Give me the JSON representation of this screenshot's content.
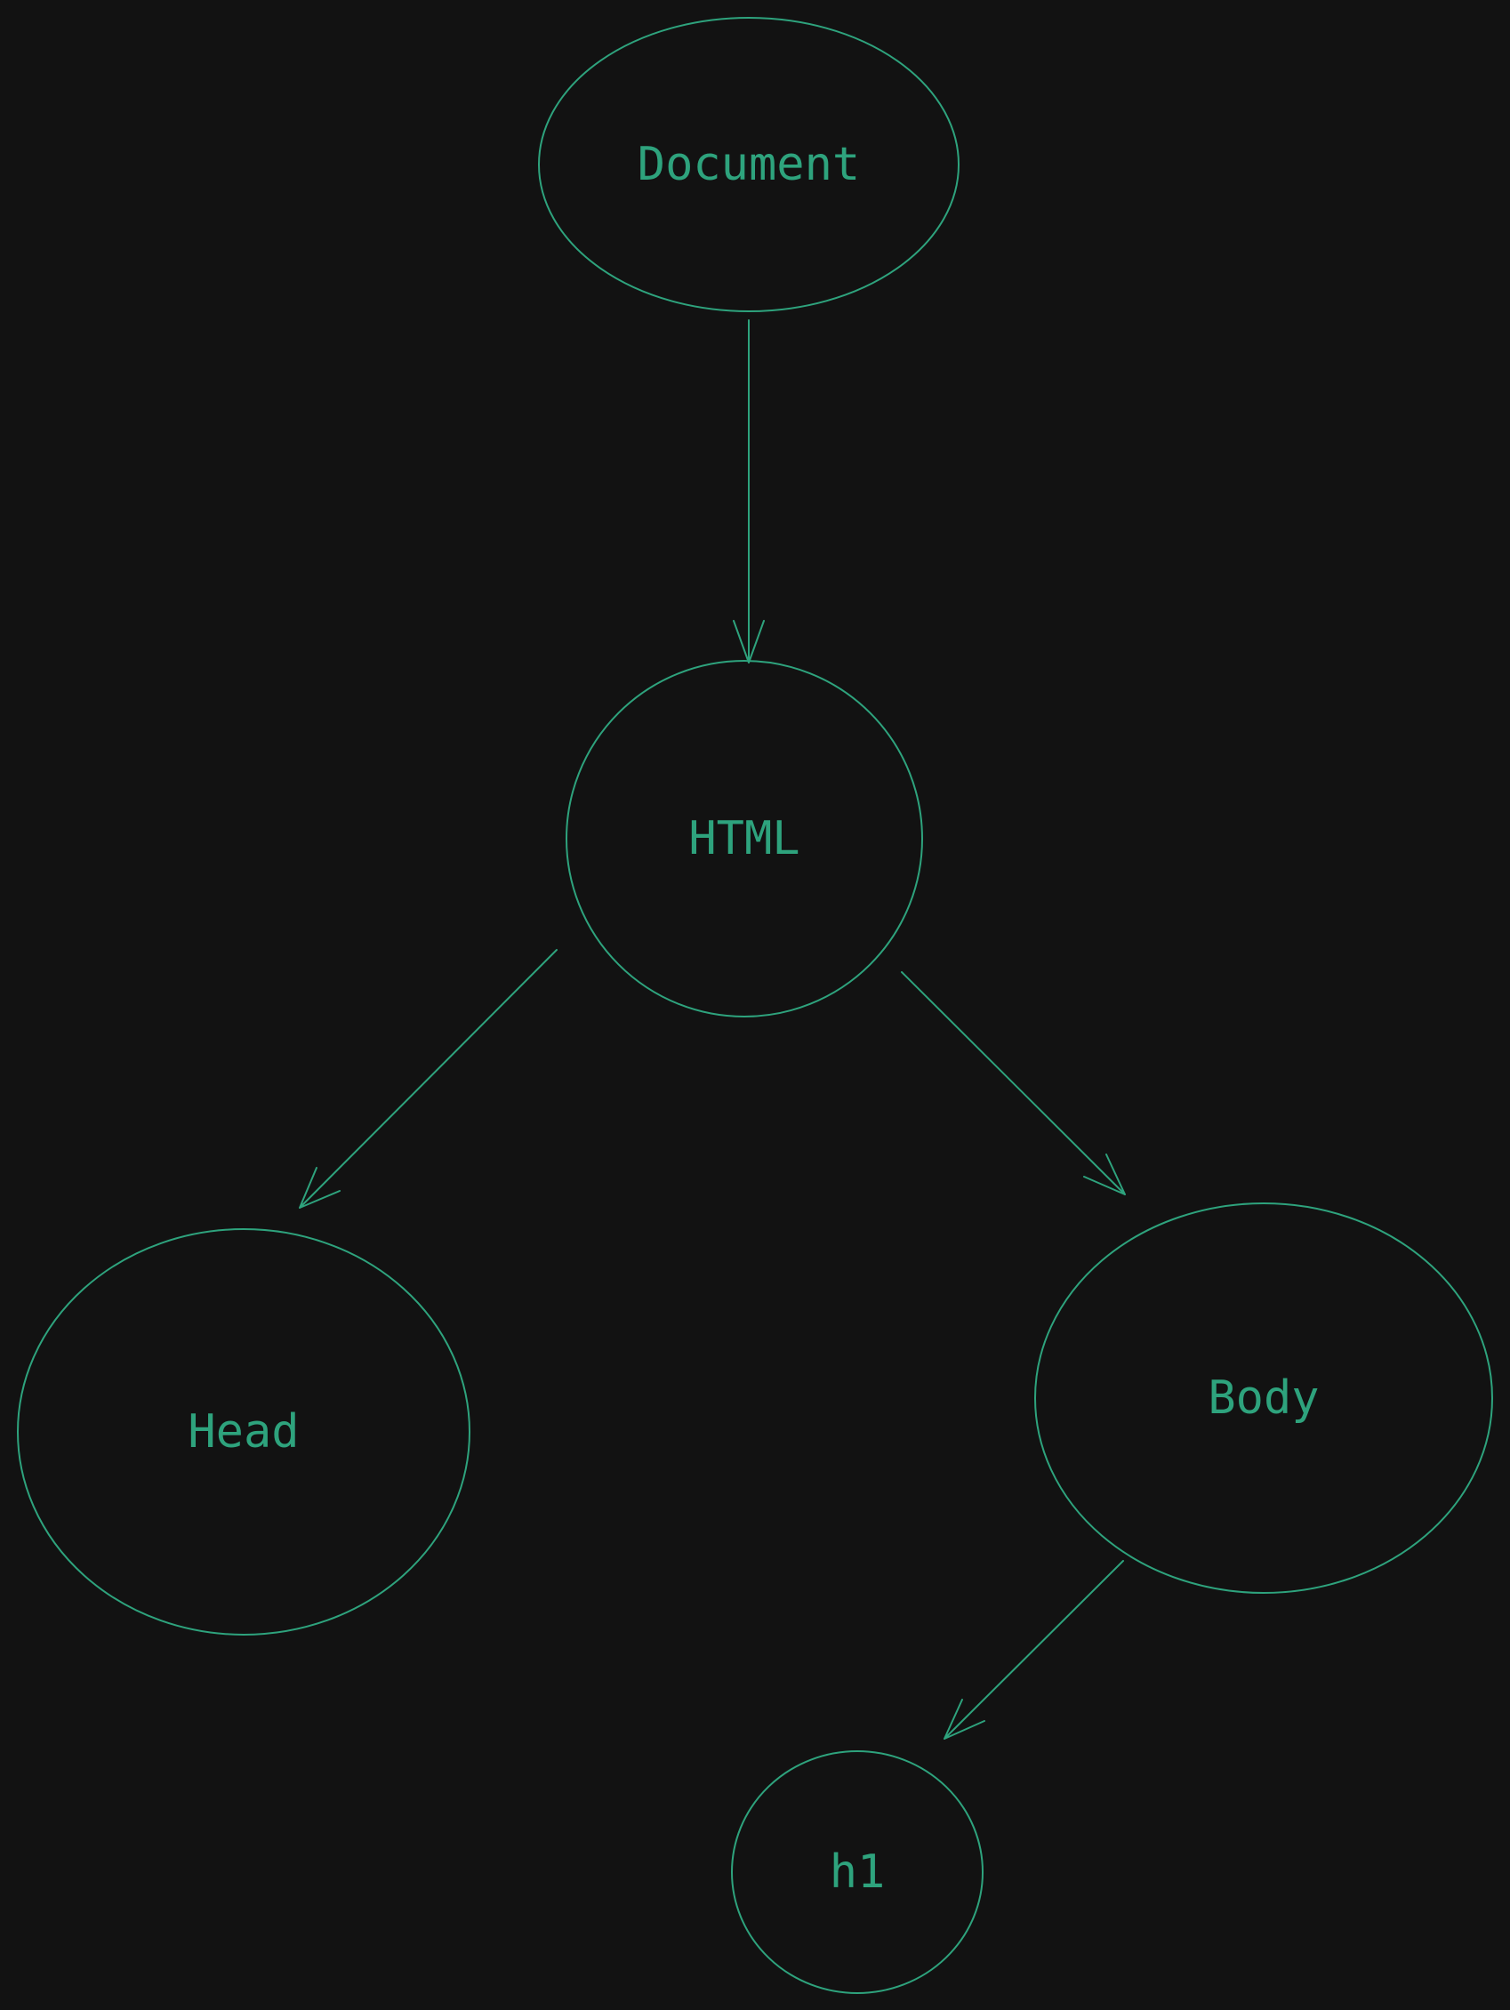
{
  "colors": {
    "background": "#121212",
    "accent": "#2ea37d"
  },
  "diagram": {
    "nodes": [
      {
        "id": "document",
        "label": "Document",
        "shape": "ellipse"
      },
      {
        "id": "html",
        "label": "HTML",
        "shape": "circle"
      },
      {
        "id": "head",
        "label": "Head",
        "shape": "ellipse"
      },
      {
        "id": "body",
        "label": "Body",
        "shape": "ellipse"
      },
      {
        "id": "h1",
        "label": "h1",
        "shape": "ellipse"
      }
    ],
    "edges": [
      {
        "from": "document",
        "to": "html"
      },
      {
        "from": "html",
        "to": "head"
      },
      {
        "from": "html",
        "to": "body"
      },
      {
        "from": "body",
        "to": "h1"
      }
    ]
  }
}
